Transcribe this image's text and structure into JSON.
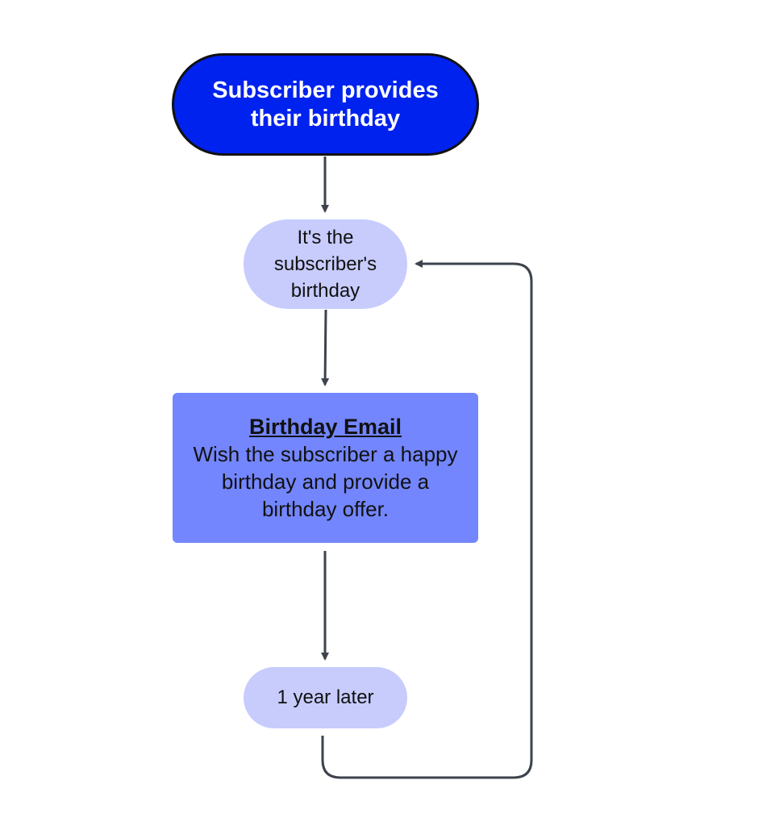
{
  "diagram": {
    "nodes": {
      "start": {
        "label": "Subscriber provides their birthday"
      },
      "birthday": {
        "label": "It's the subscriber's birthday"
      },
      "email": {
        "title": "Birthday Email",
        "body": "Wish the subscriber a happy birthday and provide a birthday offer."
      },
      "later": {
        "label": "1 year later"
      }
    },
    "colors": {
      "start_fill": "#0022ee",
      "light_fill": "#c7ccfd",
      "email_fill": "#7386fd",
      "connector": "#3d434c"
    }
  }
}
